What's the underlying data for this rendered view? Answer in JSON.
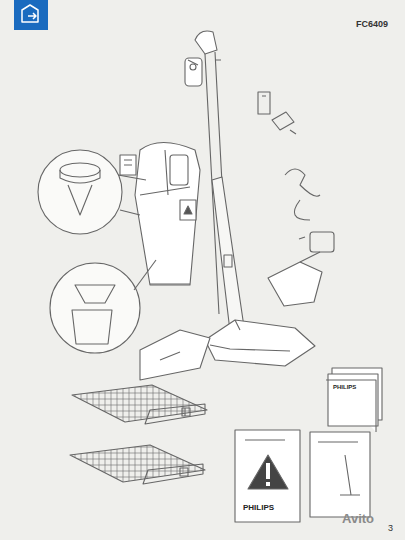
{
  "diagram": {
    "labels": [
      "FC6409",
      "PHILIPS",
      "PHILIPS",
      "Avito",
      "3"
    ]
  }
}
